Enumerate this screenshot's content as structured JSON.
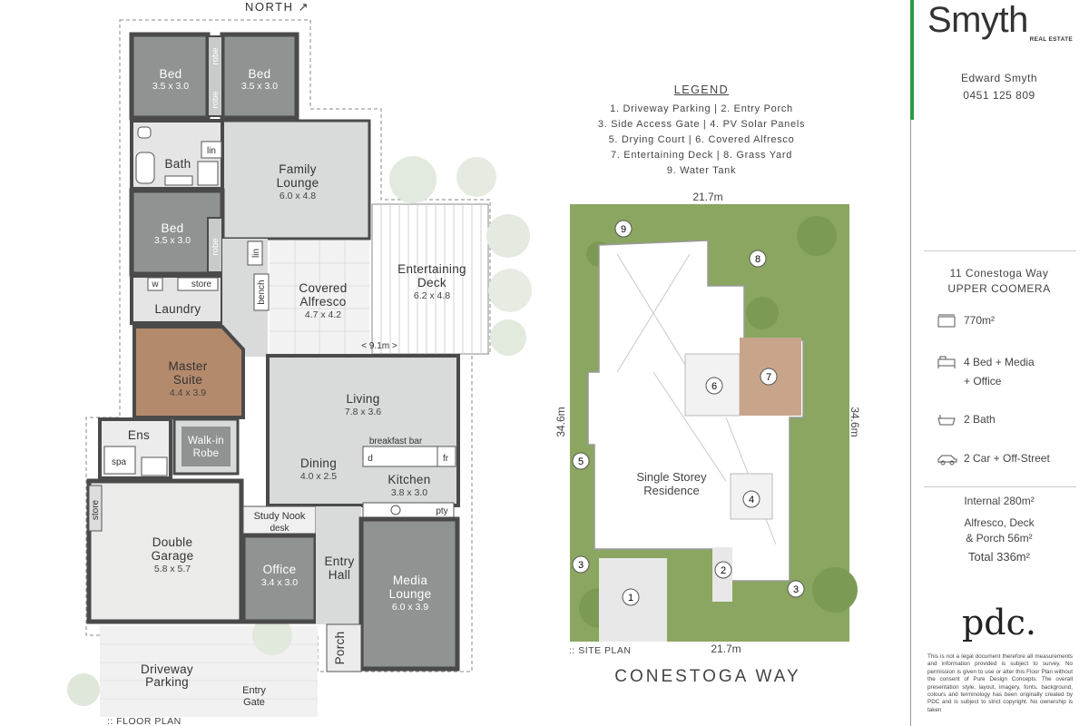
{
  "north_label": "NORTH",
  "floor_plan": {
    "caption": ":: FLOOR PLAN",
    "rooms": {
      "bed1": {
        "name": "Bed",
        "dim": "3.5 x 3.0"
      },
      "bed2": {
        "name": "Bed",
        "dim": "3.5 x 3.0"
      },
      "bed3": {
        "name": "Bed",
        "dim": "3.5 x 3.0"
      },
      "bath": {
        "name": "Bath"
      },
      "family": {
        "name1": "Family",
        "name2": "Lounge",
        "dim": "6.0 x 4.8"
      },
      "laundry": {
        "name": "Laundry"
      },
      "alfresco": {
        "name1": "Covered",
        "name2": "Alfresco",
        "dim": "4.7 x 4.2"
      },
      "deck": {
        "name1": "Entertaining",
        "name2": "Deck",
        "dim": "6.2 x 4.8"
      },
      "master": {
        "name1": "Master",
        "name2": "Suite",
        "dim": "4.4 x 3.9"
      },
      "living": {
        "name": "Living",
        "dim": "7.8 x 3.6"
      },
      "ens": {
        "name": "Ens"
      },
      "walkin": {
        "name1": "Walk-in",
        "name2": "Robe"
      },
      "dining": {
        "name": "Dining",
        "dim": "4.0 x 2.5"
      },
      "kitchen": {
        "name": "Kitchen",
        "dim": "3.8 x 3.0"
      },
      "garage": {
        "name1": "Double",
        "name2": "Garage",
        "dim": "5.8 x 5.7"
      },
      "study": {
        "name": "Study Nook",
        "desk": "desk"
      },
      "office": {
        "name": "Office",
        "dim": "3.4 x 3.0"
      },
      "entry": {
        "name1": "Entry",
        "name2": "Hall"
      },
      "media": {
        "name1": "Media",
        "name2": "Lounge",
        "dim": "6.0 x 3.9"
      },
      "porch": {
        "name": "Porch"
      },
      "driveway": {
        "name1": "Driveway",
        "name2": "Parking"
      },
      "gate": {
        "name1": "Entry",
        "name2": "Gate"
      }
    },
    "small_labels": {
      "robe": "robe",
      "lin": "lin",
      "w": "w",
      "store": "store",
      "bench": "bench",
      "spa": "spa",
      "breakfast_bar": "breakfast bar",
      "d": "d",
      "fr": "fr",
      "pty": "pty"
    },
    "span_label": "< 9.1m >"
  },
  "legend": {
    "title": "LEGEND",
    "lines": [
      "1. Driveway Parking  |  2. Entry Porch",
      "3. Side Access Gate  |  4. PV Solar Panels",
      "5. Drying Court  |  6. Covered Alfresco",
      "7. Entertaining Deck  |  8. Grass Yard",
      "9. Water Tank"
    ]
  },
  "site_plan": {
    "caption": ":: SITE PLAN",
    "top_width": "21.7m",
    "bottom_width": "21.7m",
    "left_depth": "34.6m",
    "right_depth": "34.6m",
    "residence_line1": "Single Storey",
    "residence_line2": "Residence",
    "markers": [
      "1",
      "2",
      "3",
      "3",
      "4",
      "5",
      "6",
      "7",
      "8",
      "9"
    ],
    "street": "CONESTOGA WAY"
  },
  "agency": {
    "name": "Smyth",
    "sub": "REAL ESTATE",
    "accent": "#2e9b3f",
    "agent": "Edward Smyth",
    "phone": "0451 125 809"
  },
  "property": {
    "street": "11 Conestoga Way",
    "suburb": "UPPER COOMERA",
    "land": "770m²",
    "beds_line1": "4 Bed + Media",
    "beds_line2": "+ Office",
    "bath": "2 Bath",
    "car": "2 Car + Off-Street",
    "internal": "Internal 280m²",
    "outdoor_line1": "Alfresco, Deck",
    "outdoor_line2": "& Porch 56m²",
    "total": "Total 336m²"
  },
  "designer": {
    "logo": "pdc.",
    "disclaimer": "This is not a legal document therefore all measurements and information provided is subject to survey. No permission is given to use or alter this Floor Plan without the consent of Pure Design Concepts. The overall presentation style, layout, imagery, fonts, background, colours and terminology has been originally created by PDC and is subject to strict copyright. No ownership is taken"
  },
  "colors": {
    "room_dark": "#8f9391",
    "room_light": "#d9dbda",
    "wall": "#4a4a4a",
    "master_floor": "#b48a6c",
    "grass": "#8aa660",
    "deck": "#c8a58a"
  }
}
